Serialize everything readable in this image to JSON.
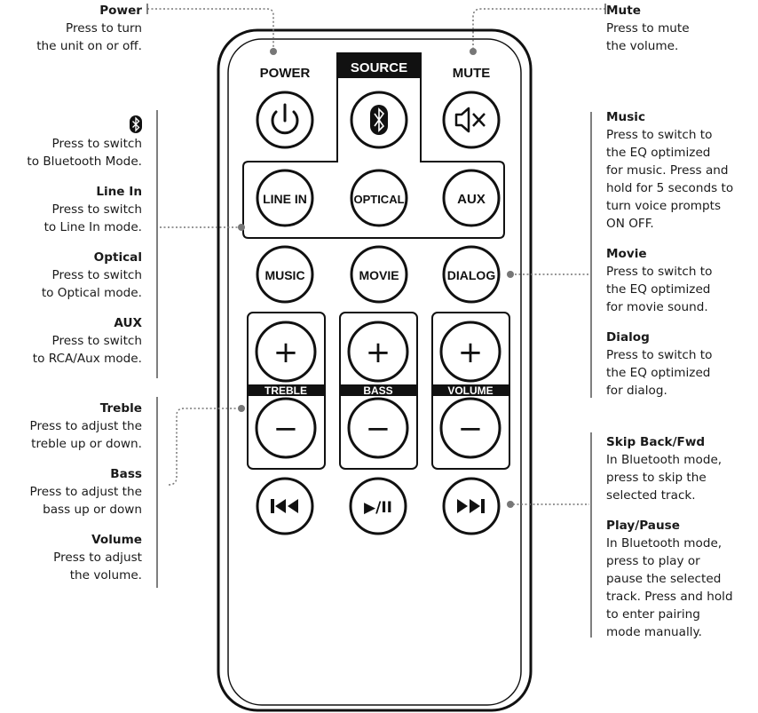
{
  "remote": {
    "labels": {
      "power": "POWER",
      "source": "SOURCE",
      "mute": "MUTE",
      "treble": "TREBLE",
      "bass": "BASS",
      "volume": "VOLUME"
    },
    "buttons": {
      "line_in": "LINE IN",
      "optical": "OPTICAL",
      "aux": "AUX",
      "music": "MUSIC",
      "movie": "MOVIE",
      "dialog": "DIALOG",
      "plus": "+",
      "minus": "−",
      "play_pause": "▶/II"
    },
    "icons": {
      "power": "power-icon",
      "bluetooth": "bluetooth-icon",
      "mute": "mute-speaker-icon",
      "skip_back": "skip-back-icon",
      "skip_fwd": "skip-forward-icon"
    }
  },
  "callouts": {
    "power": {
      "title": "Power",
      "desc": "Press to turn\nthe unit on or off."
    },
    "bluetooth": {
      "desc": "Press to switch\nto Bluetooth Mode."
    },
    "line_in": {
      "title": "Line In",
      "desc": "Press to switch\nto Line In mode."
    },
    "optical": {
      "title": "Optical",
      "desc": "Press to switch\nto Optical mode."
    },
    "aux": {
      "title": "AUX",
      "desc": "Press to switch\nto RCA/Aux mode."
    },
    "treble": {
      "title": "Treble",
      "desc": "Press to adjust the\ntreble up or down."
    },
    "bass": {
      "title": "Bass",
      "desc": "Press to adjust the\nbass up or down"
    },
    "volume": {
      "title": "Volume",
      "desc": "Press to adjust\nthe volume."
    },
    "mute": {
      "title": "Mute",
      "desc": "Press to mute\nthe volume."
    },
    "music": {
      "title": "Music",
      "desc": "Press to switch to\nthe EQ optimized\nfor music. Press and\nhold for 5 seconds to\nturn voice prompts\nON OFF."
    },
    "movie": {
      "title": "Movie",
      "desc": "Press to switch to\nthe EQ optimized\nfor movie sound."
    },
    "dialog": {
      "title": "Dialog",
      "desc": "Press to switch to\nthe EQ optimized\nfor dialog."
    },
    "skip": {
      "title": "Skip Back/Fwd",
      "desc": "In Bluetooth mode,\npress to skip the\nselected track."
    },
    "play_pause": {
      "title": "Play/Pause",
      "desc": "In Bluetooth mode,\npress to play or\npause the selected\ntrack. Press and hold\nto enter pairing\nmode manually."
    }
  }
}
